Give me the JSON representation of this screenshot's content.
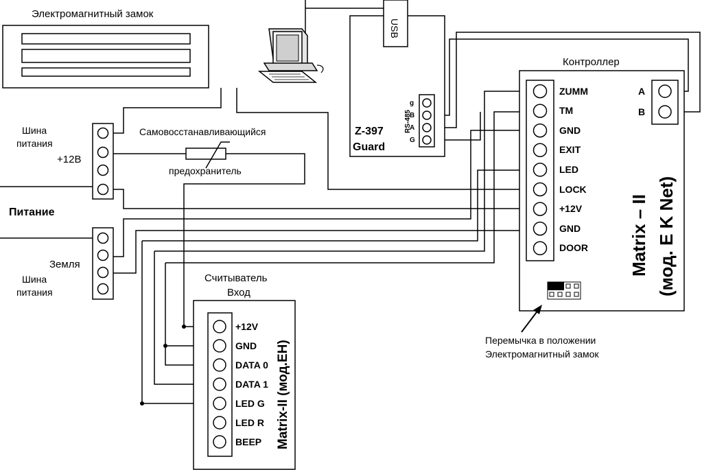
{
  "lock": {
    "title": "Электромагнитный замок"
  },
  "usb": {
    "label": "USB"
  },
  "converter": {
    "model": "Z-397",
    "name": "Guard",
    "bus_label": "RS-485",
    "pins": [
      "g",
      "B",
      "A",
      "G"
    ]
  },
  "power": {
    "bus_plus_label": "Шина\nпитания",
    "plus_12_label": "+12В",
    "supply_label": "Питание",
    "ground_label": "Земля",
    "bus_minus_label": "Шина\nпитания"
  },
  "fuse": {
    "line1": "Самовосстанавливающийся",
    "line2": "предохранитель"
  },
  "controller": {
    "title": "Контроллер",
    "model_line1": "Matrix – II",
    "model_line2": "(мод. E K Net)",
    "terminals": [
      "ZUMM",
      "TM",
      "GND",
      "EXIT",
      "LED",
      "LOCK",
      "+12V",
      "GND",
      "DOOR"
    ],
    "rs485_terminals": [
      "A",
      "B"
    ]
  },
  "reader": {
    "title_line1": "Считыватель",
    "title_line2": "Вход",
    "model": "Matrix-II (мод.EH)",
    "terminals": [
      "+12V",
      "GND",
      "DATA 0",
      "DATA 1",
      "LED G",
      "LED R",
      "BEEP"
    ]
  },
  "jumper_note": {
    "line1": "Перемычка в положении",
    "line2": "Электромагнитный замок"
  }
}
